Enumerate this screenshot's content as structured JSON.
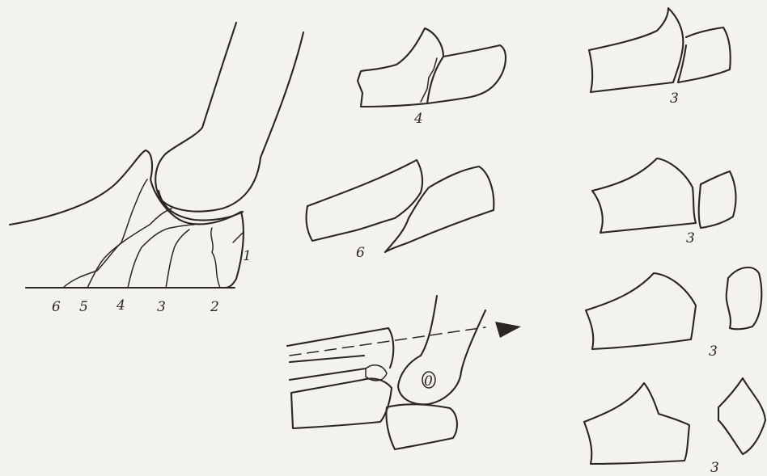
{
  "main_sketch": {
    "labels": [
      "6",
      "5",
      "4",
      "3",
      "2",
      "1"
    ]
  },
  "middle_sketches": {
    "top_label": "4",
    "second_label": "6",
    "joint_marker": "0"
  },
  "right_sketches": {
    "labels": [
      "3",
      "3",
      "3",
      "3"
    ]
  }
}
